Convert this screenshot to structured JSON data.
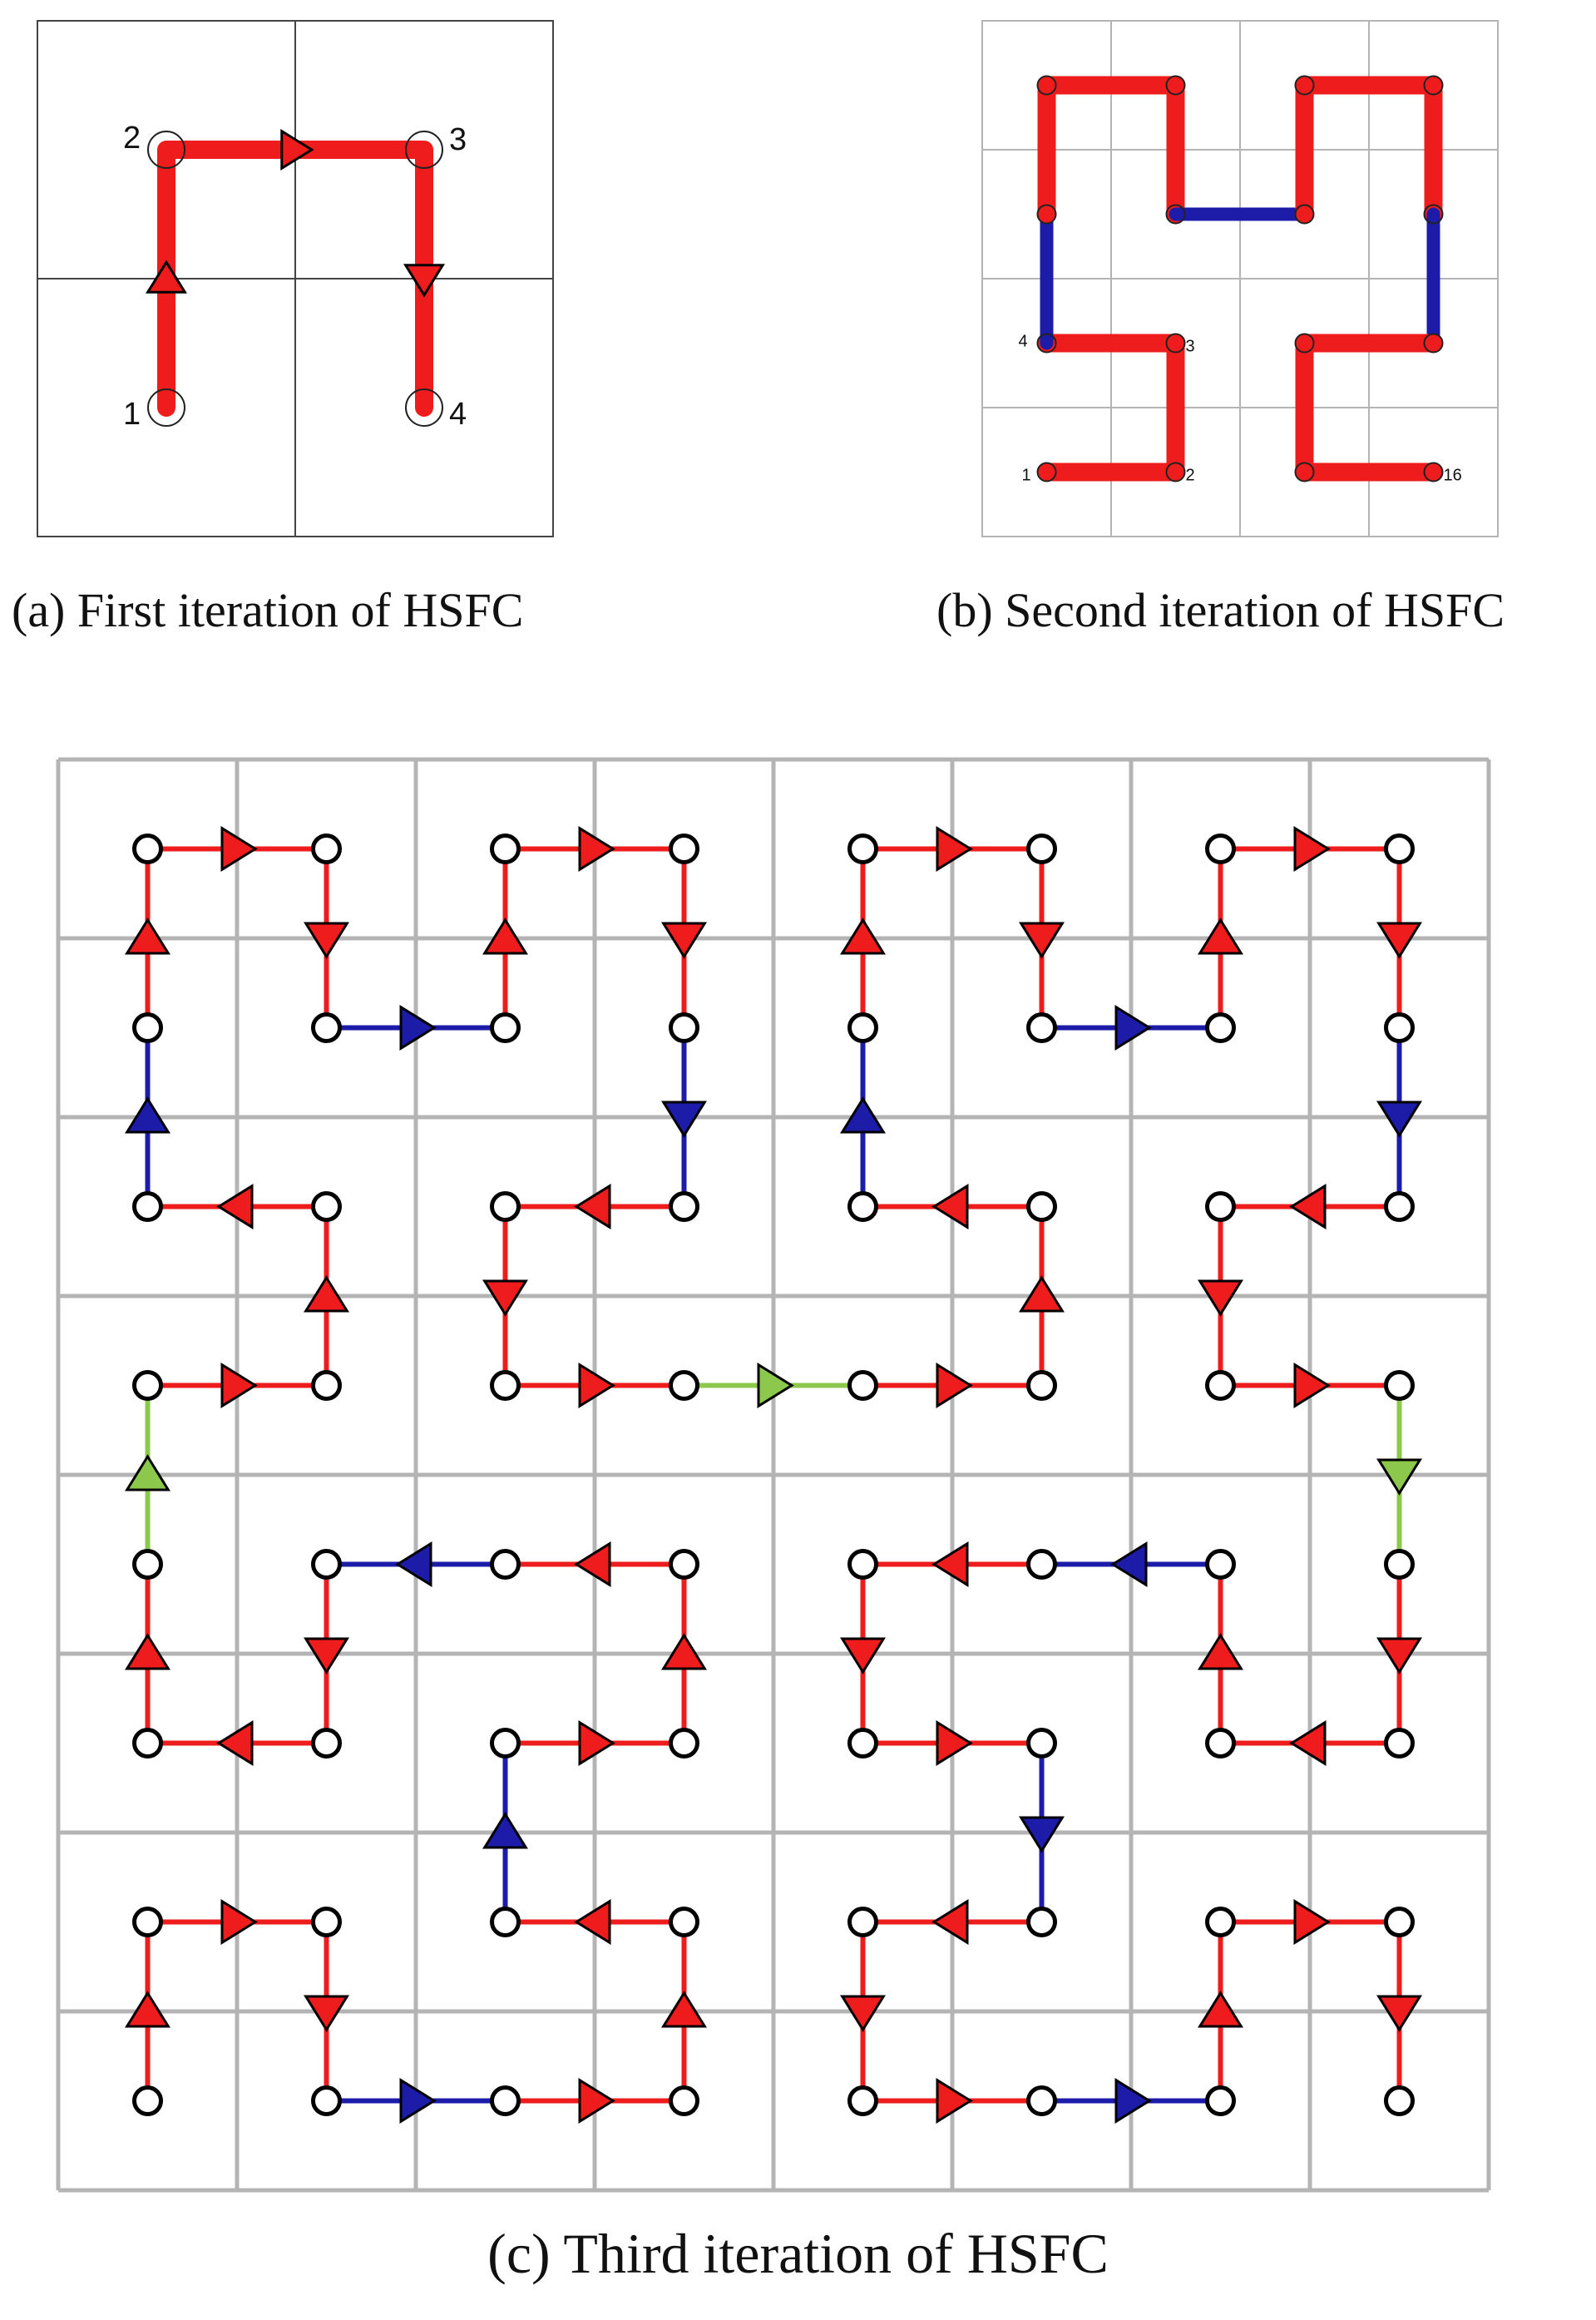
{
  "figure": {
    "captions": {
      "a": "(a) First iteration of HSFC",
      "b": "(b) Second iteration of HSFC",
      "c": "(c) Third iteration of HSFC"
    },
    "colors": {
      "intra": "#ee1c1c",
      "inter": "#1c1ca8",
      "bridge": "#8cc84b",
      "grid": "#b4b4b4",
      "node": "#000000"
    },
    "panel_a": {
      "grid_n": 2,
      "node_labels": [
        "1",
        "2",
        "3",
        "4"
      ]
    },
    "panel_b": {
      "grid_n": 4,
      "node_labels": [
        "1",
        "2",
        "3",
        "4",
        "16"
      ]
    },
    "panel_c": {
      "grid_n": 8
    }
  }
}
